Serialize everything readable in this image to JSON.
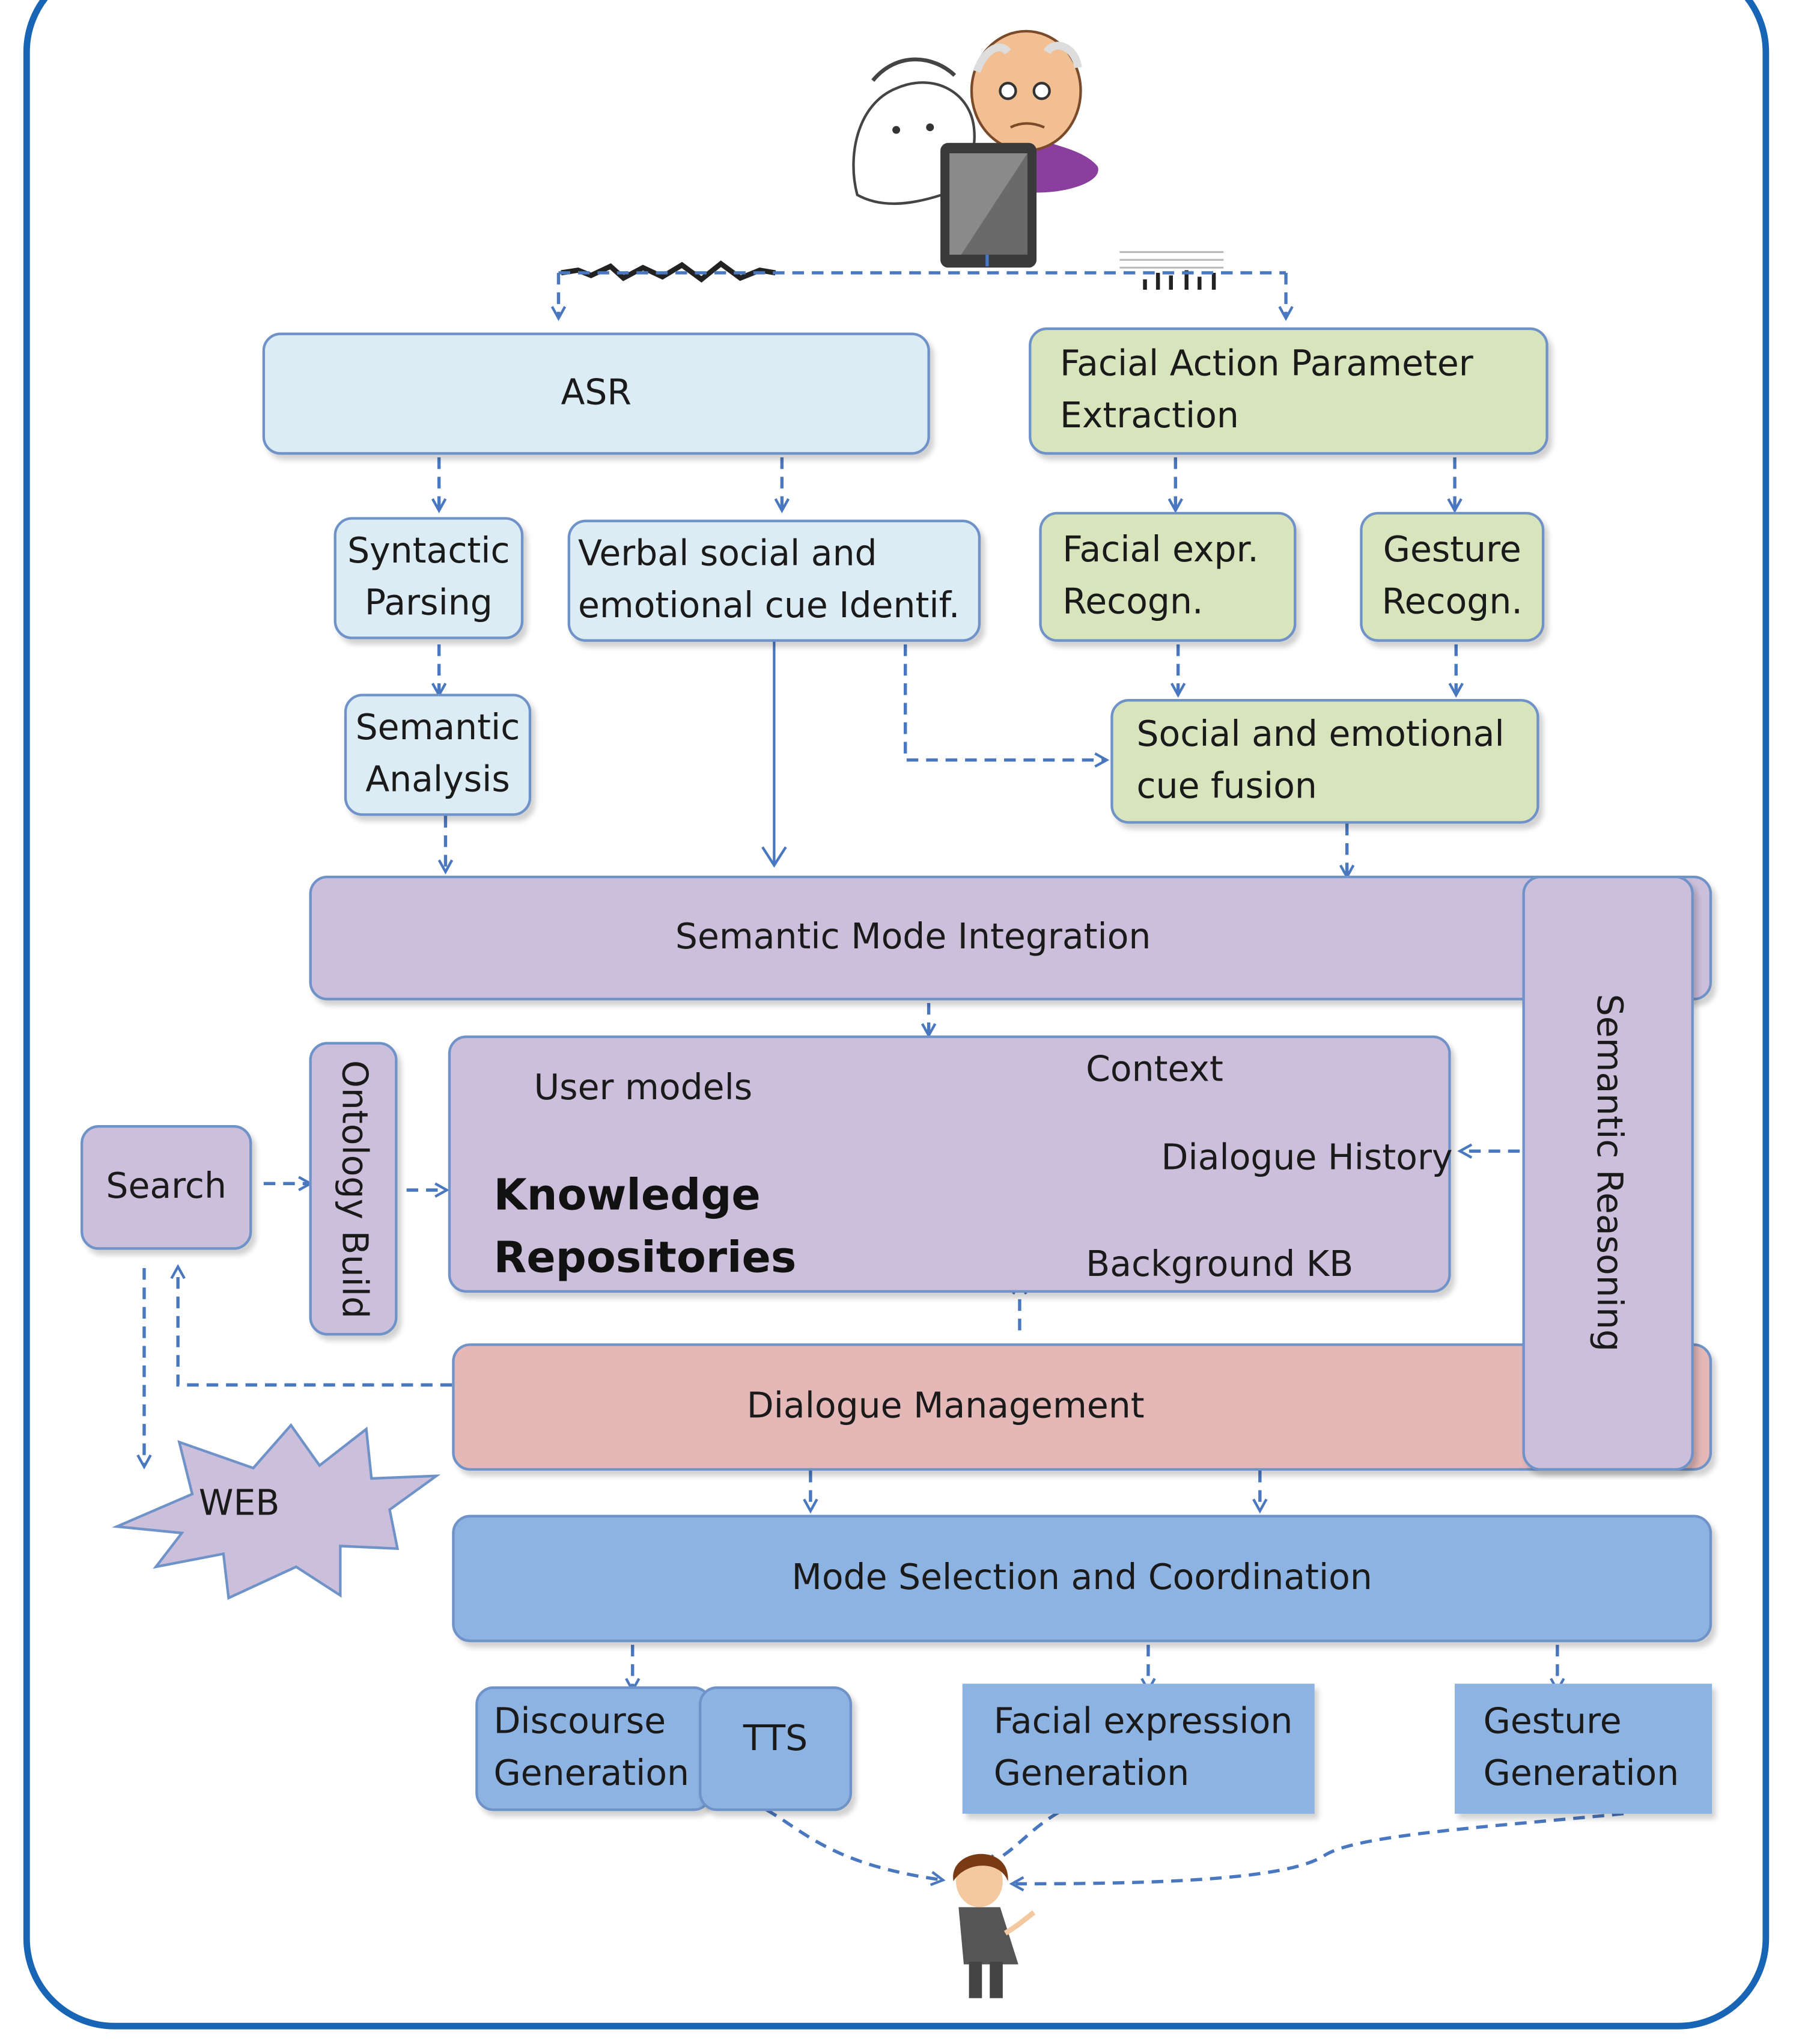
{
  "input": {
    "asr": "ASR",
    "facial_action": "Facial Action Parameter Extraction",
    "syntactic_parsing": "Syntactic Parsing",
    "verbal_cue": "Verbal social and emotional cue Identif.",
    "facial_expr_recogn": "Facial expr. Recogn.",
    "gesture_recogn": "Gesture Recogn.",
    "semantic_analysis": "Semantic Analysis",
    "cue_fusion": "Social and emotional cue fusion"
  },
  "core": {
    "semantic_mode_integration": "Semantic Mode Integration",
    "semantic_reasoning": "Semantic Reasoning",
    "search": "Search",
    "ontology_build": "Ontology Build",
    "web": "WEB",
    "dialogue_management": "Dialogue Management"
  },
  "knowledge": {
    "title_line1": "Knowledge",
    "title_line2": "Repositories",
    "user_models": "User models",
    "context": "Context",
    "dialogue_history": "Dialogue History",
    "background_kb": "Background KB"
  },
  "output": {
    "mode_selection": "Mode Selection and Coordination",
    "discourse_generation": "Discourse Generation",
    "tts": "TTS",
    "facial_expression_generation": "Facial expression Generation",
    "gesture_generation": "Gesture Generation"
  },
  "colors": {
    "frame": "#1765b4",
    "arrow": "#4a78c0",
    "light_blue": "#dcecf4",
    "green": "#d8e4bc",
    "purple": "#cbbfdb",
    "pink": "#e5b8b8",
    "blue": "#8db3e2"
  }
}
